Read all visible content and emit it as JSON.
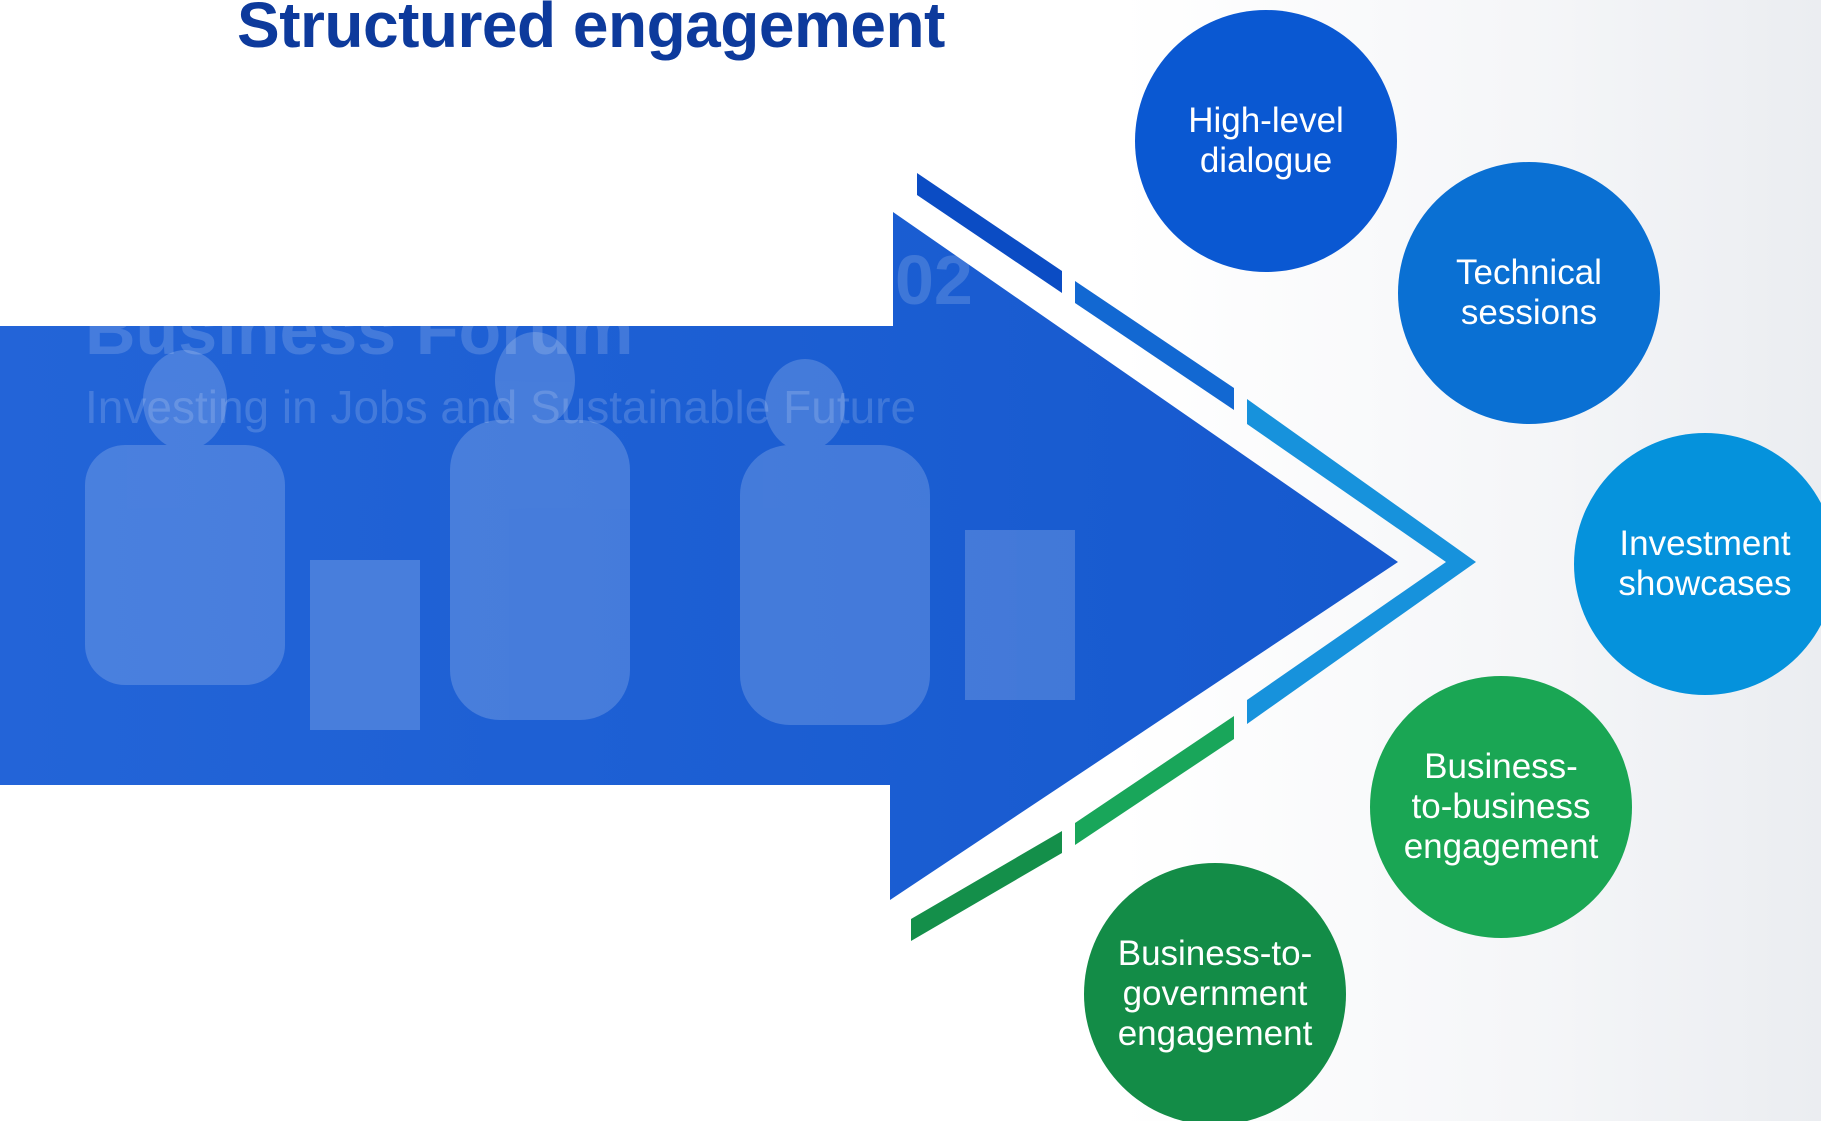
{
  "page": {
    "title": "Structured engagement",
    "background_text": {
      "line1": "Business Forum",
      "line2": "Investing in Jobs and Sustainable Future",
      "year_fragment": "02"
    }
  },
  "colors": {
    "title": "#0d3a9c",
    "arrow": "#1458d0",
    "chevron_blue_dark": "#0b4cc4",
    "chevron_blue_mid": "#1470d4",
    "chevron_blue_light": "#1792dc",
    "chevron_green_light": "#19a65a",
    "chevron_green_dark": "#138a47"
  },
  "engagement_types": [
    {
      "label": "High-level\ndialogue",
      "color": "#0a58d2",
      "icon": "circle"
    },
    {
      "label": "Technical\nsessions",
      "color": "#0a70d3",
      "icon": "circle"
    },
    {
      "label": "Investment\nshowcases",
      "color": "#0592dc",
      "icon": "circle"
    },
    {
      "label": "Business-\nto-business\nengagement",
      "color": "#1aa654",
      "icon": "circle"
    },
    {
      "label": "Business-to-\ngovernment\nengagement",
      "color": "#138c47",
      "icon": "circle"
    }
  ]
}
